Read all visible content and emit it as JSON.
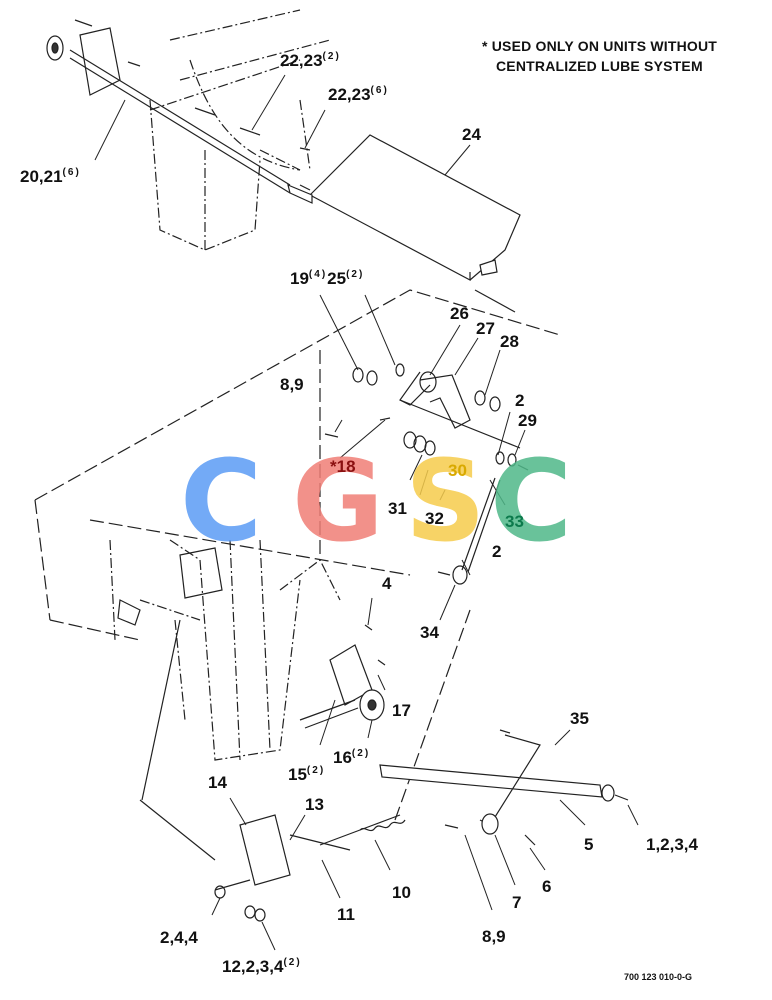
{
  "note": {
    "line1": "* USED ONLY ON UNITS WITHOUT",
    "line2": "CENTRALIZED LUBE SYSTEM"
  },
  "drawing_code": "700 123 010-0-G",
  "watermark": {
    "letters": [
      "C",
      "G",
      "S",
      "C"
    ],
    "colors": [
      "#5b9cf5",
      "#f07e76",
      "#f6cc4c",
      "#4fb889"
    ]
  },
  "callouts": {
    "c20_21": {
      "num": "20,21",
      "qty": "(6)"
    },
    "c22_23_a": {
      "num": "22,23",
      "qty": "(2)"
    },
    "c22_23_b": {
      "num": "22,23",
      "qty": "(6)"
    },
    "c24": {
      "num": "24",
      "qty": ""
    },
    "c19_25": {
      "num": "19",
      "qty": "(4)",
      "num2": "25",
      "qty2": "(2)"
    },
    "c26": {
      "num": "26",
      "qty": ""
    },
    "c27": {
      "num": "27",
      "qty": ""
    },
    "c28": {
      "num": "28",
      "qty": ""
    },
    "c8_9_top": {
      "num": "8,9",
      "qty": ""
    },
    "c2_top": {
      "num": "2",
      "qty": ""
    },
    "c29": {
      "num": "29",
      "qty": ""
    },
    "c18": {
      "num": "*18",
      "qty": ""
    },
    "c30": {
      "num": "30",
      "qty": ""
    },
    "c31": {
      "num": "31",
      "qty": ""
    },
    "c32": {
      "num": "32",
      "qty": ""
    },
    "c33": {
      "num": "33",
      "qty": ""
    },
    "c2_mid": {
      "num": "2",
      "qty": ""
    },
    "c34": {
      "num": "34",
      "qty": ""
    },
    "c4": {
      "num": "4",
      "qty": ""
    },
    "c17": {
      "num": "17",
      "qty": ""
    },
    "c16": {
      "num": "16",
      "qty": "(2)"
    },
    "c15": {
      "num": "15",
      "qty": "(2)"
    },
    "c35": {
      "num": "35",
      "qty": ""
    },
    "c14": {
      "num": "14",
      "qty": ""
    },
    "c13": {
      "num": "13",
      "qty": ""
    },
    "c5": {
      "num": "5",
      "qty": ""
    },
    "c1_2_3_4": {
      "num": "1,2,3,4",
      "qty": ""
    },
    "c10": {
      "num": "10",
      "qty": ""
    },
    "c6": {
      "num": "6",
      "qty": ""
    },
    "c7": {
      "num": "7",
      "qty": ""
    },
    "c11": {
      "num": "11",
      "qty": ""
    },
    "c2_4_4": {
      "num": "2,4,4",
      "qty": ""
    },
    "c8_9_bot": {
      "num": "8,9",
      "qty": ""
    },
    "c12": {
      "num": "12,2,3,4",
      "qty": "(2)"
    }
  }
}
